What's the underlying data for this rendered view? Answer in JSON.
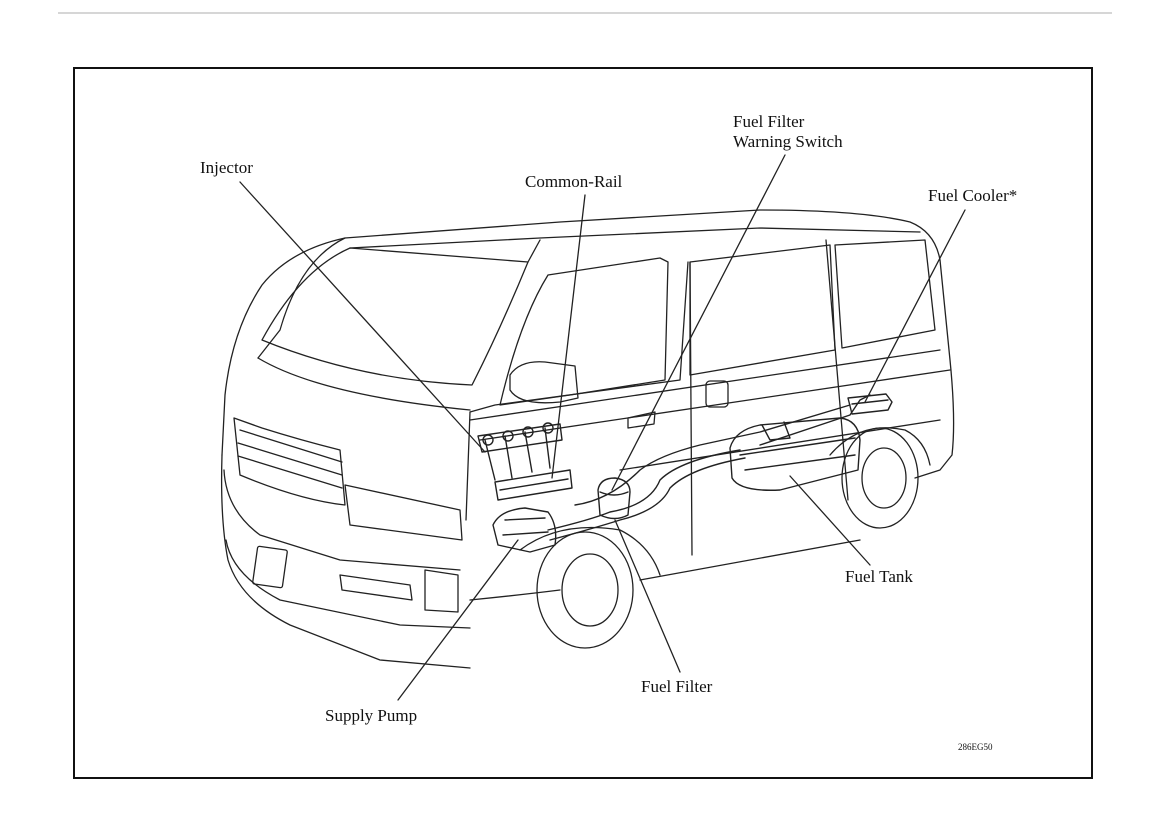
{
  "diagram": {
    "labels": {
      "injector": "Injector",
      "common_rail": "Common-Rail",
      "fuel_filter_warning_switch_line1": "Fuel Filter",
      "fuel_filter_warning_switch_line2": "Warning Switch",
      "fuel_cooler": "Fuel Cooler*",
      "fuel_tank": "Fuel Tank",
      "fuel_filter": "Fuel Filter",
      "supply_pump": "Supply Pump"
    },
    "figure_code": "286EG50",
    "line_color": "#111111",
    "frame_color": "#111111",
    "rule_color": "#d6d6d6"
  }
}
